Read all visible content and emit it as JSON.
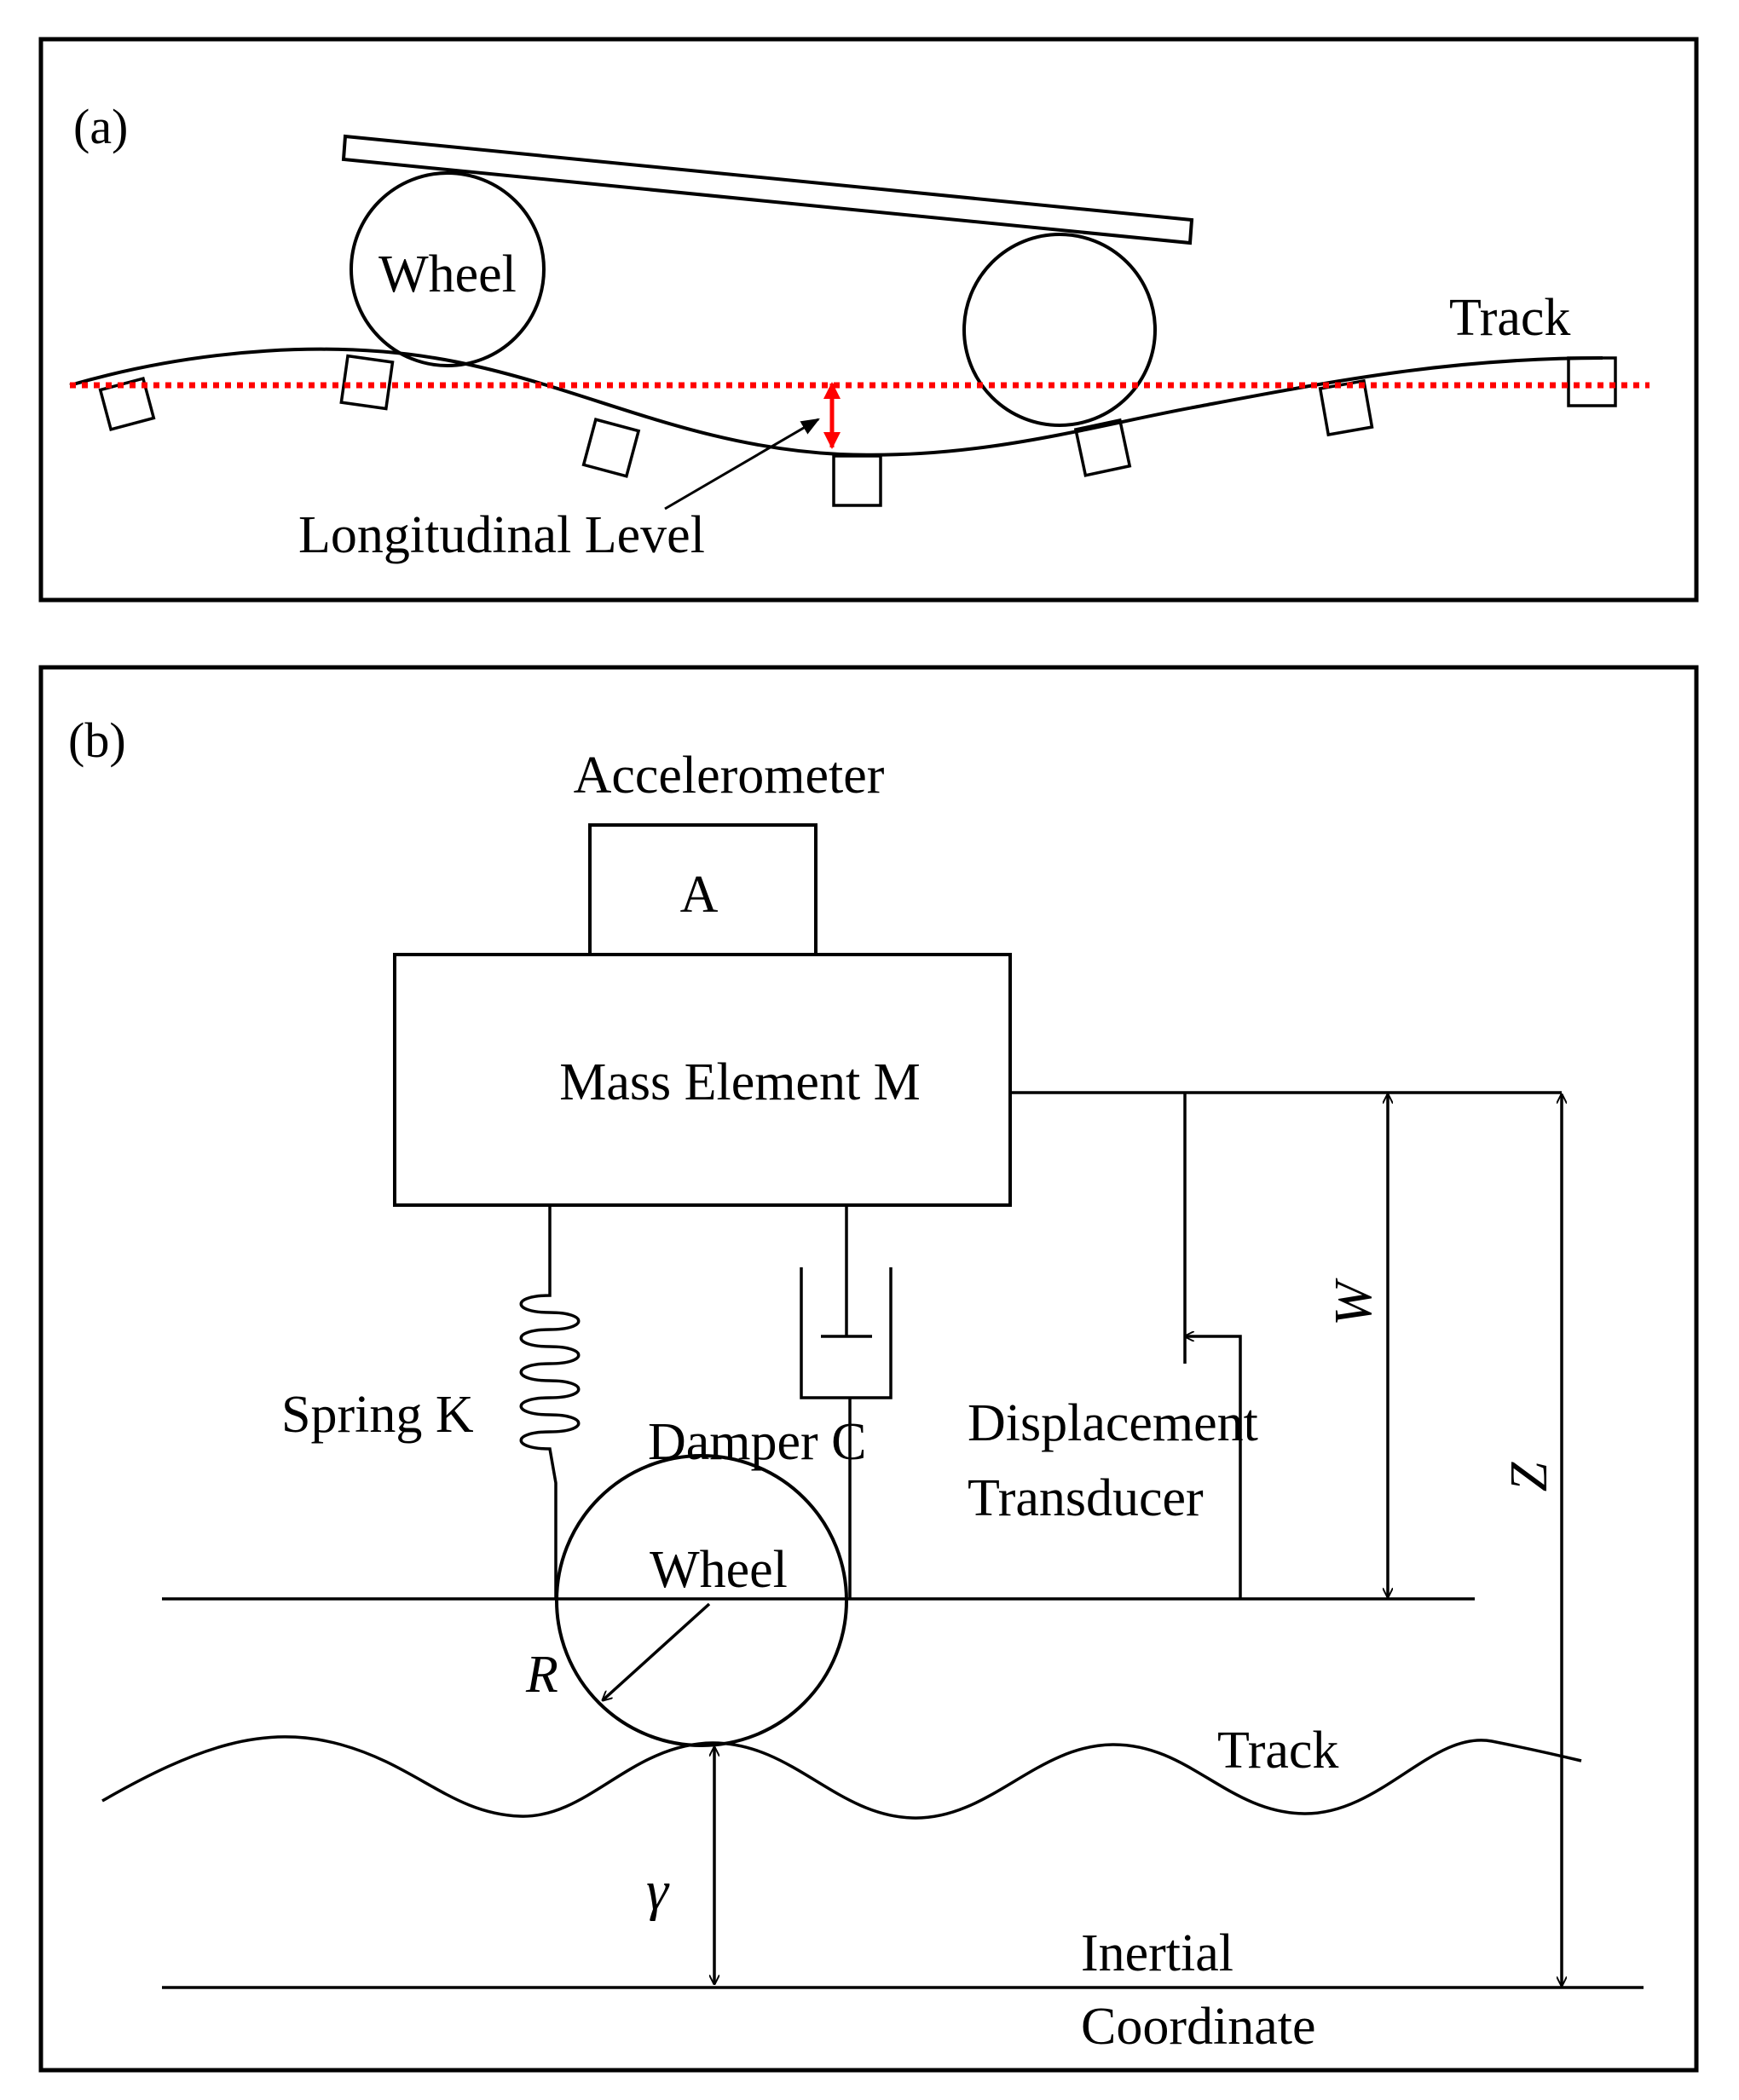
{
  "panel_a": {
    "label": "(a)",
    "wheel_label": "Wheel",
    "track_label": "Track",
    "level_label": "Longitudinal Level",
    "reference_line_color": "#ff0000",
    "indicator_color": "#ff0000"
  },
  "panel_b": {
    "label": "(b)",
    "accelerometer_label": "Accelerometer",
    "accelerometer_symbol": "A",
    "mass_label": "Mass Element M",
    "spring_label": "Spring K",
    "damper_label": "Damper C",
    "transducer_label_line1": "Displacement",
    "transducer_label_line2": "Transducer",
    "wheel_label": "Wheel",
    "radius_symbol": "R",
    "track_label": "Track",
    "w_symbol": "W",
    "z_symbol": "Z",
    "gamma_symbol": "γ",
    "inertial_label_line1": "Inertial",
    "inertial_label_line2": "Coordinate"
  }
}
